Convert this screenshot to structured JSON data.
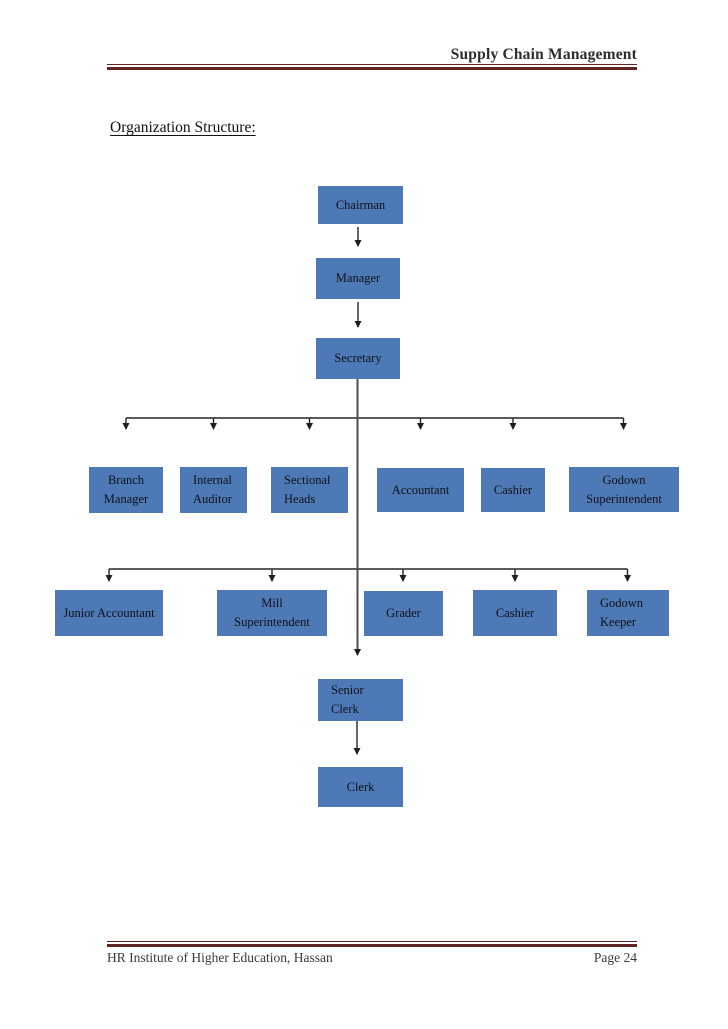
{
  "page": {
    "header": {
      "title": "Supply Chain Management"
    },
    "section_heading": "Organization Structure:",
    "footer": {
      "institution": "HR Institute of Higher Education, Hassan",
      "page_number": "Page 24"
    }
  },
  "colors": {
    "box_fill": "#4d7ab6",
    "rule": "#612425",
    "line": "#262626",
    "trunk_line": "#4d4d4d",
    "box_text": "#101018"
  },
  "org_chart": {
    "type": "org-hierarchy",
    "nodes": [
      {
        "id": "chairman",
        "label": "Chairman"
      },
      {
        "id": "manager",
        "label": "Manager"
      },
      {
        "id": "secretary",
        "label": "Secretary"
      },
      {
        "id": "branch-manager",
        "label": "Branch Manager"
      },
      {
        "id": "internal-auditor",
        "label": "Internal Auditor"
      },
      {
        "id": "sectional-heads",
        "label": "Sectional Heads"
      },
      {
        "id": "accountant",
        "label": "Accountant"
      },
      {
        "id": "cashier",
        "label": "Cashier"
      },
      {
        "id": "godown-superintendent",
        "label": "Godown Superintendent"
      },
      {
        "id": "junior-accountant",
        "label": "Junior Accountant"
      },
      {
        "id": "mill-superintendent",
        "label": "Mill Superintendent"
      },
      {
        "id": "grader",
        "label": "Grader"
      },
      {
        "id": "cashier-2",
        "label": "Cashier"
      },
      {
        "id": "godown-keeper",
        "label": "Godown Keeper"
      },
      {
        "id": "senior-clerk",
        "label": "Senior Clerk"
      },
      {
        "id": "clerk",
        "label": "Clerk"
      }
    ],
    "levels": [
      {
        "nodes": [
          "Chairman"
        ]
      },
      {
        "nodes": [
          "Manager"
        ]
      },
      {
        "nodes": [
          "Secretary"
        ]
      },
      {
        "nodes": [
          "Branch Manager",
          "Internal Auditor",
          "Sectional Heads",
          "Accountant",
          "Cashier",
          "Godown Superintendent"
        ]
      },
      {
        "nodes": [
          "Junior Accountant",
          "Mill Superintendent",
          "Grader",
          "Cashier",
          "Godown Keeper"
        ]
      },
      {
        "nodes": [
          "Senior Clerk"
        ]
      },
      {
        "nodes": [
          "Clerk"
        ]
      }
    ],
    "edges": [
      {
        "from": "chairman",
        "to": "manager"
      },
      {
        "from": "manager",
        "to": "secretary"
      },
      {
        "from": "secretary",
        "to": "branch-manager"
      },
      {
        "from": "secretary",
        "to": "internal-auditor"
      },
      {
        "from": "secretary",
        "to": "sectional-heads"
      },
      {
        "from": "secretary",
        "to": "accountant"
      },
      {
        "from": "secretary",
        "to": "cashier"
      },
      {
        "from": "secretary",
        "to": "godown-superintendent"
      },
      {
        "from": "secretary",
        "to": "junior-accountant"
      },
      {
        "from": "secretary",
        "to": "mill-superintendent"
      },
      {
        "from": "secretary",
        "to": "grader"
      },
      {
        "from": "secretary",
        "to": "cashier-2"
      },
      {
        "from": "secretary",
        "to": "godown-keeper"
      },
      {
        "from": "secretary",
        "to": "senior-clerk"
      },
      {
        "from": "senior-clerk",
        "to": "clerk"
      }
    ]
  }
}
